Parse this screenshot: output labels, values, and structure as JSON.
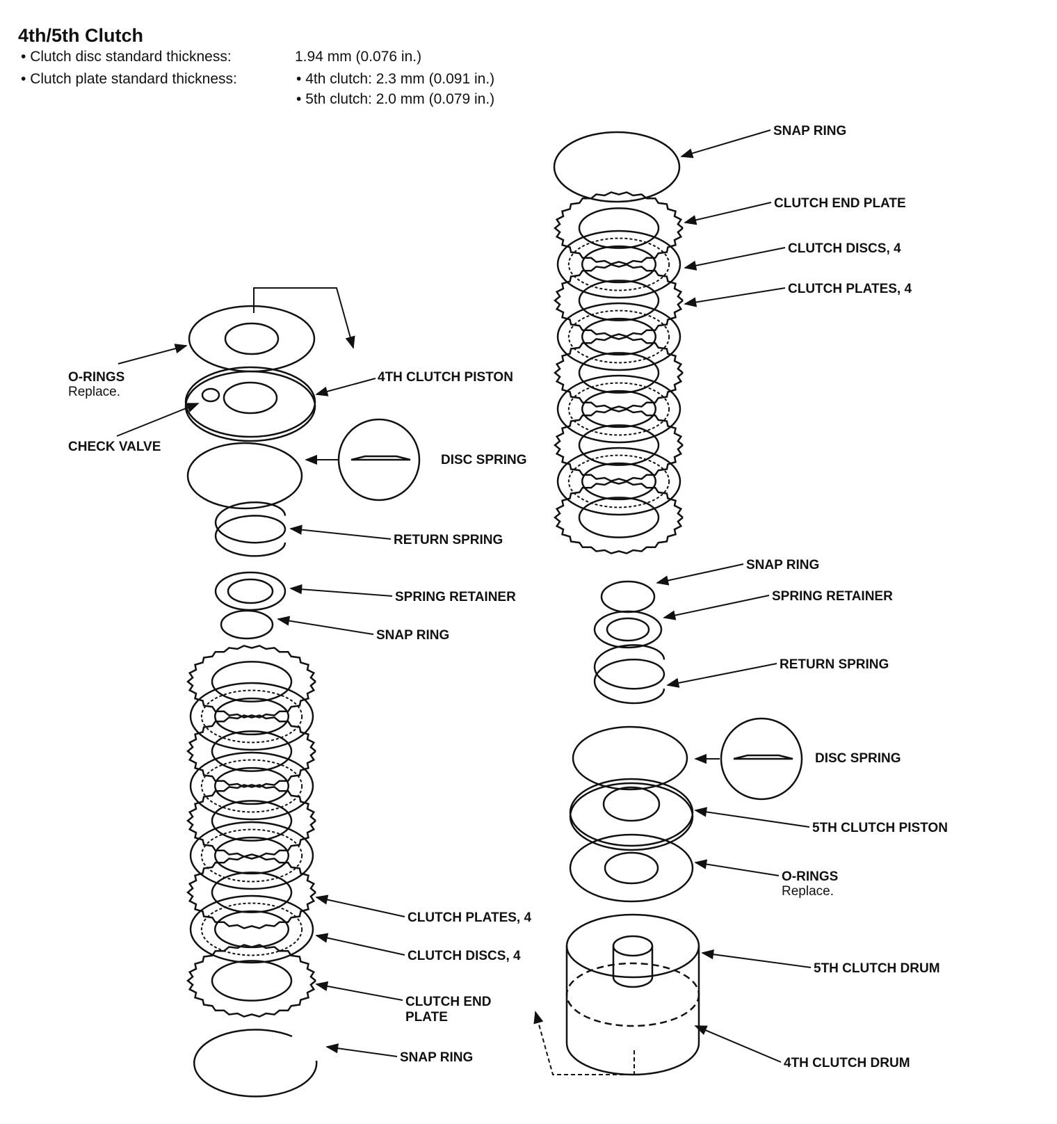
{
  "title": "4th/5th Clutch",
  "specs": {
    "disc_label": "Clutch disc standard thickness:",
    "disc_value": "1.94 mm (0.076 in.)",
    "plate_label": "Clutch plate standard thickness:",
    "plate_4th": "4th clutch: 2.3 mm (0.091 in.)",
    "plate_5th": "5th clutch: 2.0 mm (0.079 in.)",
    "bullet": "•"
  },
  "labels_left": {
    "o_rings": "O-RINGS",
    "o_rings_note": "Replace.",
    "fourth_piston": "4TH CLUTCH PISTON",
    "check_valve": "CHECK VALVE",
    "disc_spring": "DISC SPRING",
    "return_spring": "RETURN SPRING",
    "spring_retainer": "SPRING RETAINER",
    "snap_ring_mid": "SNAP RING",
    "clutch_plates": "CLUTCH PLATES, 4",
    "clutch_discs": "CLUTCH DISCS, 4",
    "clutch_end_plate_1": "CLUTCH END",
    "clutch_end_plate_2": "PLATE",
    "snap_ring_bottom": "SNAP RING"
  },
  "labels_right": {
    "snap_ring_top": "SNAP RING",
    "clutch_end_plate": "CLUTCH END PLATE",
    "clutch_discs": "CLUTCH DISCS, 4",
    "clutch_plates": "CLUTCH PLATES, 4",
    "snap_ring_mid": "SNAP RING",
    "spring_retainer": "SPRING RETAINER",
    "return_spring": "RETURN SPRING",
    "disc_spring": "DISC SPRING",
    "fifth_piston": "5TH CLUTCH PISTON",
    "o_rings": "O-RINGS",
    "o_rings_note": "Replace.",
    "fifth_drum": "5TH CLUTCH DRUM",
    "fourth_drum": "4TH CLUTCH DRUM"
  }
}
